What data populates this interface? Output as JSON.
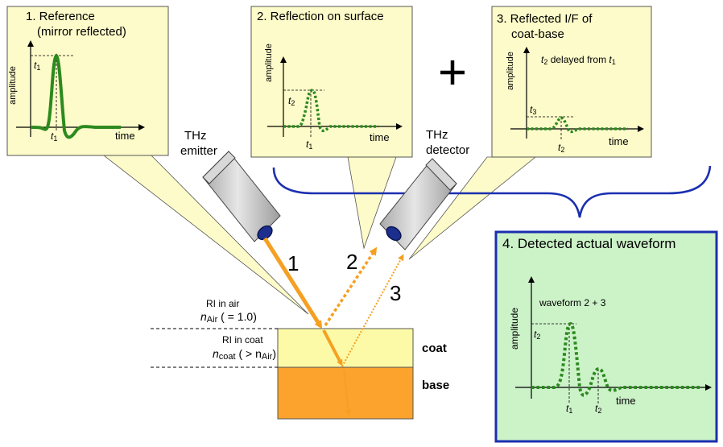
{
  "panel1": {
    "title_line1": "1.  Reference",
    "title_line2": "(mirror reflected)",
    "ylabel": "amplitude",
    "xlabel": "time",
    "peak_label": "t",
    "peak_sub": "1",
    "time_label": "t",
    "time_sub": "1"
  },
  "panel2": {
    "title": "2. Reflection on surface",
    "ylabel": "amplitude",
    "xlabel": "time",
    "peak_label": "t",
    "peak_sub": "2",
    "time_label": "t",
    "time_sub": "1"
  },
  "plus_sign": "+",
  "panel3": {
    "title_line1": "3. Reflected I/F of",
    "title_line2": "coat-base",
    "ylabel": "amplitude",
    "xlabel": "time",
    "note_t": "t",
    "note_sub": "2",
    "note_mid": " delayed from ",
    "note_t2": "t",
    "note_sub2": "1",
    "peak_label": "t",
    "peak_sub": "3",
    "time_label": "t",
    "time_sub": "2"
  },
  "panel4": {
    "title": "4. Detected actual waveform",
    "ylabel": "amplitude",
    "xlabel": "time",
    "note": "waveform 2 + 3",
    "peak_label": "t",
    "peak_sub": "2",
    "t1_label": "t",
    "t1_sub": "1",
    "t2_label": "t",
    "t2_sub": "2"
  },
  "emitter": {
    "line1": "THz",
    "line2": "emitter"
  },
  "detector": {
    "line1": "THz",
    "line2": "detector"
  },
  "beams": {
    "beam1": "1",
    "beam2": "2",
    "beam3": "3"
  },
  "air": {
    "line1": "RI in air",
    "n": "n",
    "sub": "Air",
    "rest": " ( = 1.0)"
  },
  "coat_ri": {
    "line1": "RI in coat",
    "n": "n",
    "sub": "coat",
    "rest": " ( > n",
    "sub2": "Air",
    "end": ")"
  },
  "layers": {
    "coat": "coat",
    "base": "base"
  },
  "colors": {
    "panel_fill": "#fdfbc9",
    "panel4_fill": "#ccf2c8",
    "panel4_border": "#1b2fb0",
    "waveform": "#2c8a1e",
    "beam": "#f5a023",
    "coat": "#fdfaa7",
    "base": "#fba32c",
    "brace": "#1b2fb0"
  }
}
